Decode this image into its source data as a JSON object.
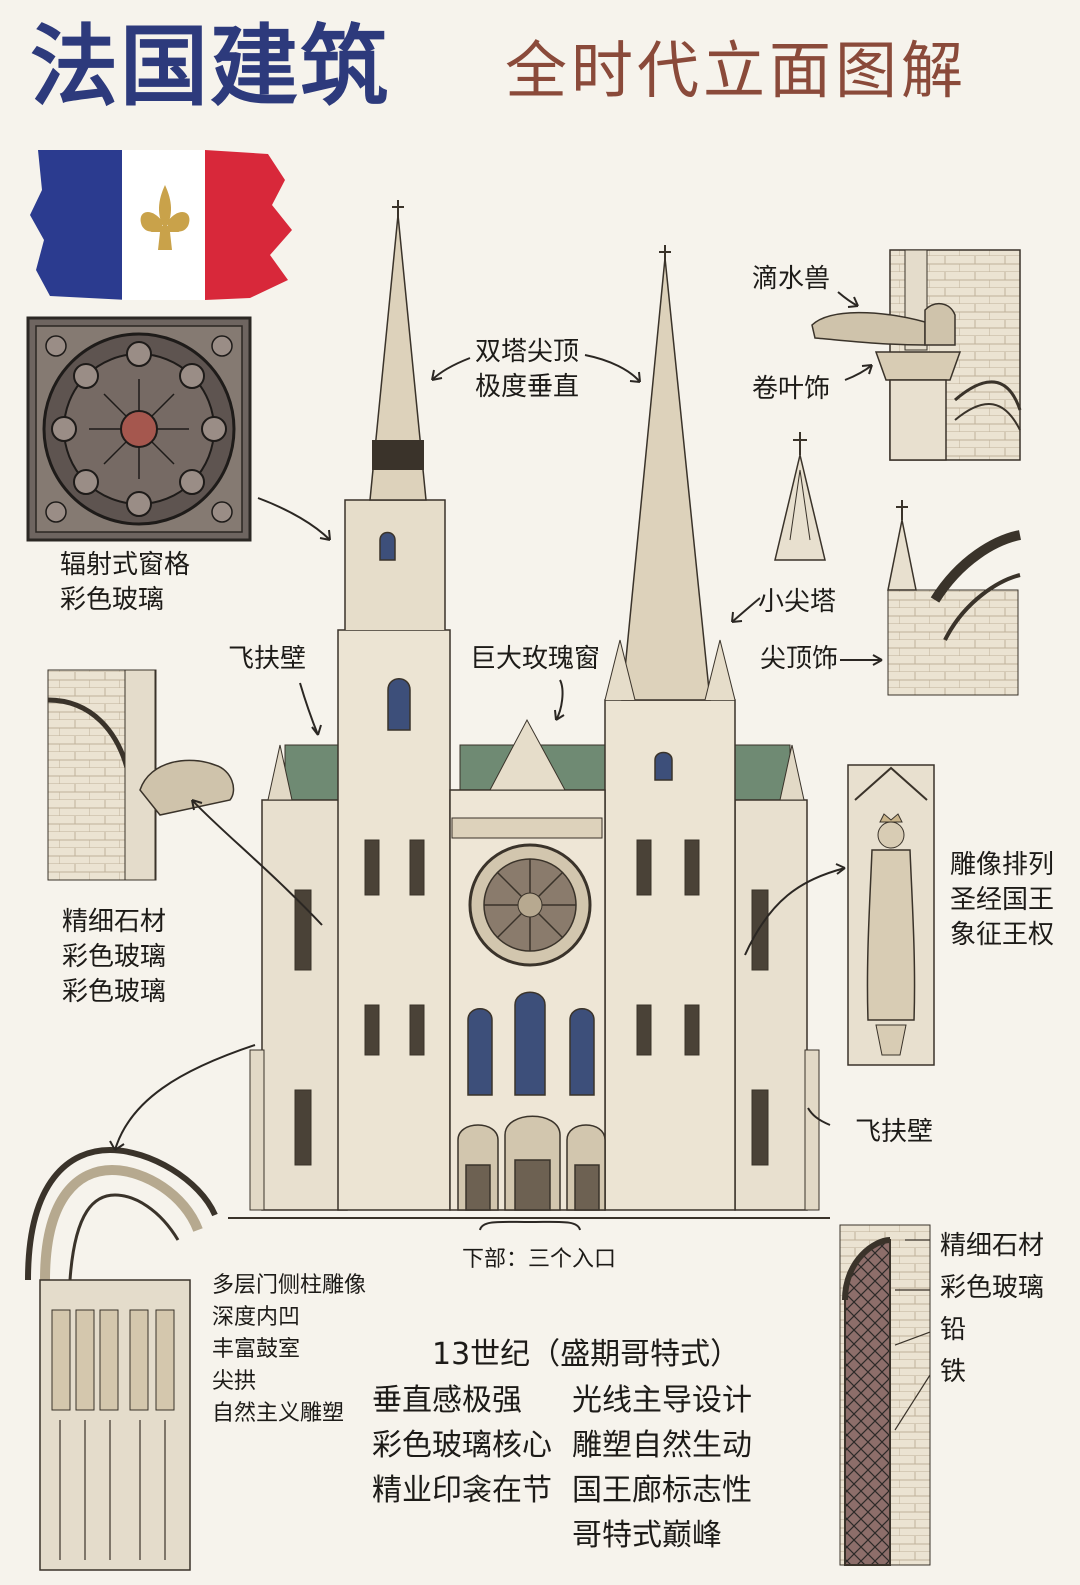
{
  "header": {
    "title": "法国建筑",
    "subtitle": "全时代立面图解"
  },
  "flag": {
    "colors": {
      "blue": "#2b3b8f",
      "white": "#ffffff",
      "red": "#d8283a",
      "gold": "#c9a24a"
    },
    "emblem": "fleur-de-lis-icon"
  },
  "callouts": {
    "rose_window_detail": [
      "辐射式窗格",
      "彩色玻璃"
    ],
    "twin_spires": [
      "双塔尖顶",
      "极度垂直"
    ],
    "gargoyle_top": "滴水兽",
    "crocket": "卷叶饰",
    "pinnacle_small": "小尖塔",
    "finial": "尖顶饰",
    "flying_buttress_left": "飞扶壁",
    "giant_rose_window": "巨大玫瑰窗",
    "fine_stone_left": [
      "精细石材",
      "彩色玻璃",
      "彩色玻璃"
    ],
    "statue_row": [
      "雕像排列",
      "圣经国王",
      "象征王权"
    ],
    "flying_buttress_right": "飞扶壁",
    "portals": "下部：三个入口",
    "portal_detail": [
      "多层门侧柱雕像",
      "深度内凹",
      "丰富鼓室",
      "尖拱",
      "自然主义雕塑"
    ],
    "window_detail": [
      "精细石材",
      "彩色玻璃",
      "铅",
      "铁"
    ]
  },
  "summary": {
    "heading": "13世纪（盛期哥特式）",
    "left": [
      "垂直感极强",
      "彩色玻璃核心",
      "精业印衾在节"
    ],
    "right": [
      "光线主导设计",
      "雕塑自然生动",
      "国王廊标志性",
      "哥特式巅峰"
    ]
  },
  "palette": {
    "stone": "#ebe3d2",
    "stone_shade": "#d8ccb4",
    "ink": "#3a332a",
    "roof": "#6f8a73",
    "glass": "#3d4f7a"
  }
}
